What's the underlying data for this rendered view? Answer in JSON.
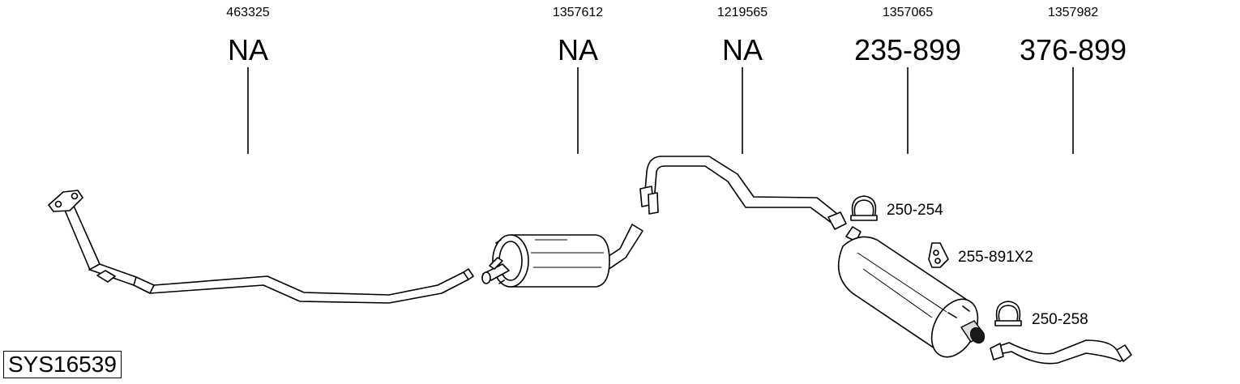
{
  "columns": [
    {
      "oe_number": "463325",
      "part_number": "NA"
    },
    {
      "oe_number": "1357612",
      "part_number": "NA"
    },
    {
      "oe_number": "1219565",
      "part_number": "NA"
    },
    {
      "oe_number": "1357065",
      "part_number": "235-899"
    },
    {
      "oe_number": "1357982",
      "part_number": "376-899"
    }
  ],
  "accessories": [
    {
      "part_number": "250-254",
      "icon": "clamp-icon"
    },
    {
      "part_number": "255-891X2",
      "icon": "rubber-mount-icon"
    },
    {
      "part_number": "250-258",
      "icon": "clamp-icon"
    }
  ],
  "system_number": "SYS16539"
}
